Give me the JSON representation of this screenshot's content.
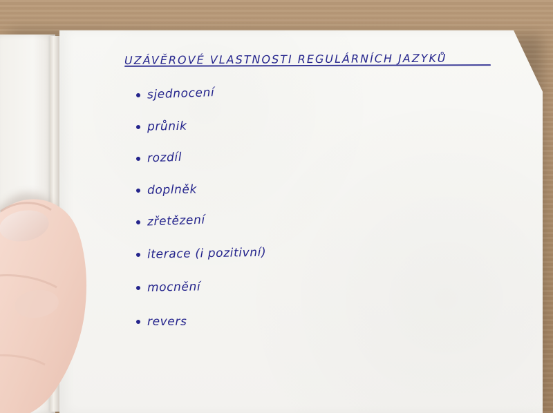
{
  "scene": {
    "background": "wood-table",
    "subject": "open-notebook-with-hand"
  },
  "notebook": {
    "title": "UZÁVĚROVÉ VLASTNOSTI REGULÁRNÍCH JAZYKŮ",
    "items": [
      {
        "label": "sjednocení"
      },
      {
        "label": "průnik"
      },
      {
        "label": "rozdíl"
      },
      {
        "label": "doplněk"
      },
      {
        "label": "zřetězení"
      },
      {
        "label": "iterace (i pozitivní)"
      },
      {
        "label": "mocnění"
      },
      {
        "label": "revers"
      }
    ]
  },
  "icons": {
    "bullet": "bullet-icon",
    "hand": "hand-icon"
  },
  "colors": {
    "ink": "#24248c",
    "paper": "#f6f5f2",
    "table": "#aa8b69",
    "skin": "#f0d2c4"
  }
}
